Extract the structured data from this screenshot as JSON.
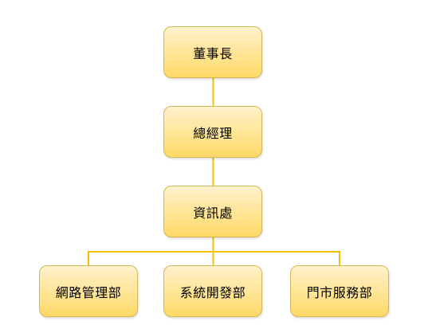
{
  "org_chart": {
    "chairman": "董事長",
    "general_manager": "總經理",
    "it_division": "資訊處",
    "departments": [
      "網路管理部",
      "系統開發部",
      "門市服務部"
    ]
  },
  "colors": {
    "box_fill_top": "#FFF2CC",
    "box_fill_bottom": "#FFD966",
    "box_border": "#D6B656",
    "connector": "#F2C200",
    "text": "#000000"
  }
}
